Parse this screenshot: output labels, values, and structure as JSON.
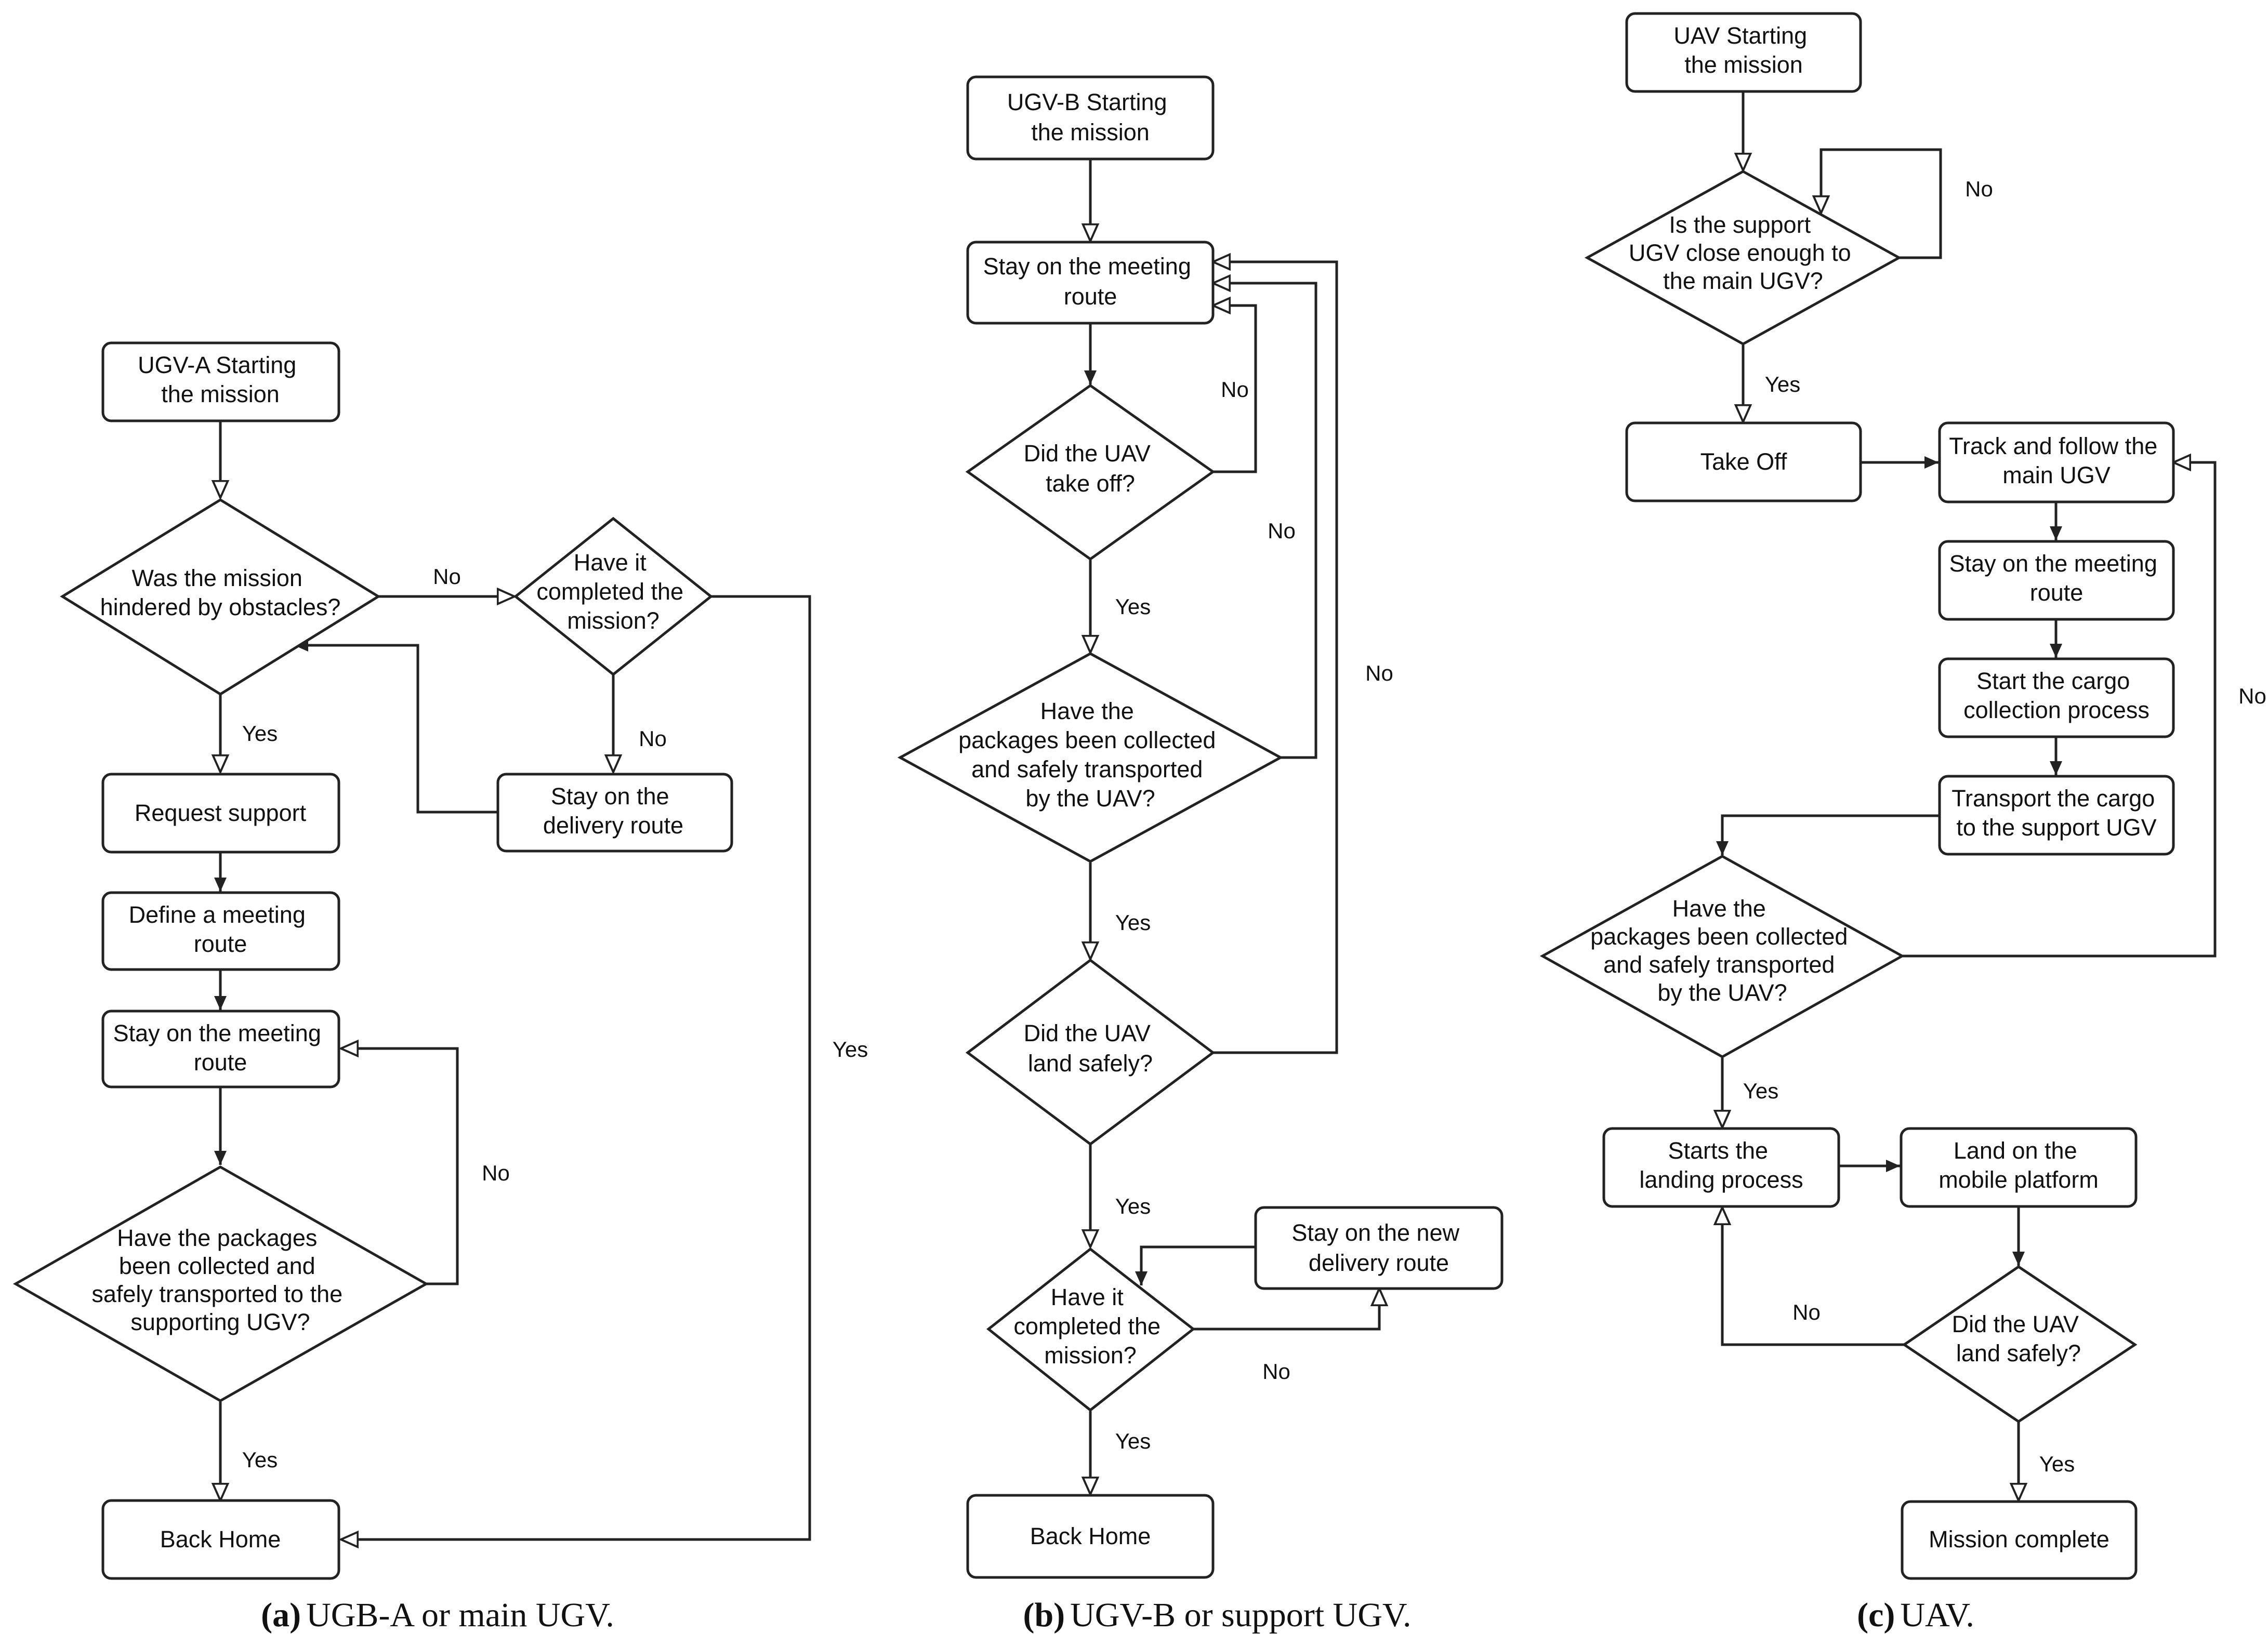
{
  "panel_a": {
    "caption_tag": "(a)",
    "caption_text": "UGB-A or main UGV.",
    "nodes": {
      "start": [
        "UGV-A Starting",
        "the mission"
      ],
      "obstacles": [
        "Was the mission",
        "hindered by obstacles?"
      ],
      "completed": [
        "Have it",
        "completed the",
        "mission?"
      ],
      "request": [
        "Request support"
      ],
      "define": [
        "Define a meeting",
        "route"
      ],
      "stay_meeting": [
        "Stay on the meeting",
        "route"
      ],
      "stay_delivery": [
        "Stay on the",
        "delivery route"
      ],
      "packages": [
        "Have the packages",
        "been collected and",
        "safely transported to the",
        "supporting UGV?"
      ],
      "home": [
        "Back Home"
      ]
    },
    "edges": {
      "obstacles_no": "No",
      "obstacles_yes": "Yes",
      "completed_no": "No",
      "completed_yes": "Yes",
      "packages_no": "No",
      "packages_yes": "Yes"
    }
  },
  "panel_b": {
    "caption_tag": "(b)",
    "caption_text": "UGV-B or support UGV.",
    "nodes": {
      "start": [
        "UGV-B Starting",
        "the mission"
      ],
      "stay_meeting": [
        "Stay on the meeting",
        "route"
      ],
      "takeoff": [
        "Did the UAV",
        "take off?"
      ],
      "packages": [
        "Have the",
        "packages been collected",
        "and safely transported",
        "by the UAV?"
      ],
      "land": [
        "Did the UAV",
        "land safely?"
      ],
      "completed": [
        "Have it",
        "completed the",
        "mission?"
      ],
      "stay_new": [
        "Stay on the new",
        "delivery route"
      ],
      "home": [
        "Back Home"
      ]
    },
    "edges": {
      "takeoff_no": "No",
      "takeoff_yes": "Yes",
      "packages_no": "No",
      "packages_yes": "Yes",
      "land_no": "No",
      "land_yes": "Yes",
      "completed_no": "No",
      "completed_yes": "Yes"
    }
  },
  "panel_c": {
    "caption_tag": "(c)",
    "caption_text": "UAV.",
    "nodes": {
      "start": [
        "UAV Starting",
        "the mission"
      ],
      "close": [
        "Is the support",
        "UGV close enough to",
        "the main UGV?"
      ],
      "takeoff": [
        "Take Off"
      ],
      "track": [
        "Track and follow the",
        "main UGV"
      ],
      "stay_meeting": [
        "Stay on the meeting",
        "route"
      ],
      "start_cargo": [
        "Start the cargo",
        "collection process"
      ],
      "transport": [
        "Transport the cargo",
        "to the support UGV"
      ],
      "packages": [
        "Have the",
        "packages been collected",
        "and safely transported",
        "by the UAV?"
      ],
      "landing": [
        "Starts the",
        "landing process"
      ],
      "land_platform": [
        "Land on the",
        "mobile platform"
      ],
      "land": [
        "Did the UAV",
        "land safely?"
      ],
      "complete": [
        "Mission complete"
      ]
    },
    "edges": {
      "close_no": "No",
      "close_yes": "Yes",
      "packages_no": "No",
      "packages_yes": "Yes",
      "land_no": "No",
      "land_yes": "Yes"
    }
  }
}
